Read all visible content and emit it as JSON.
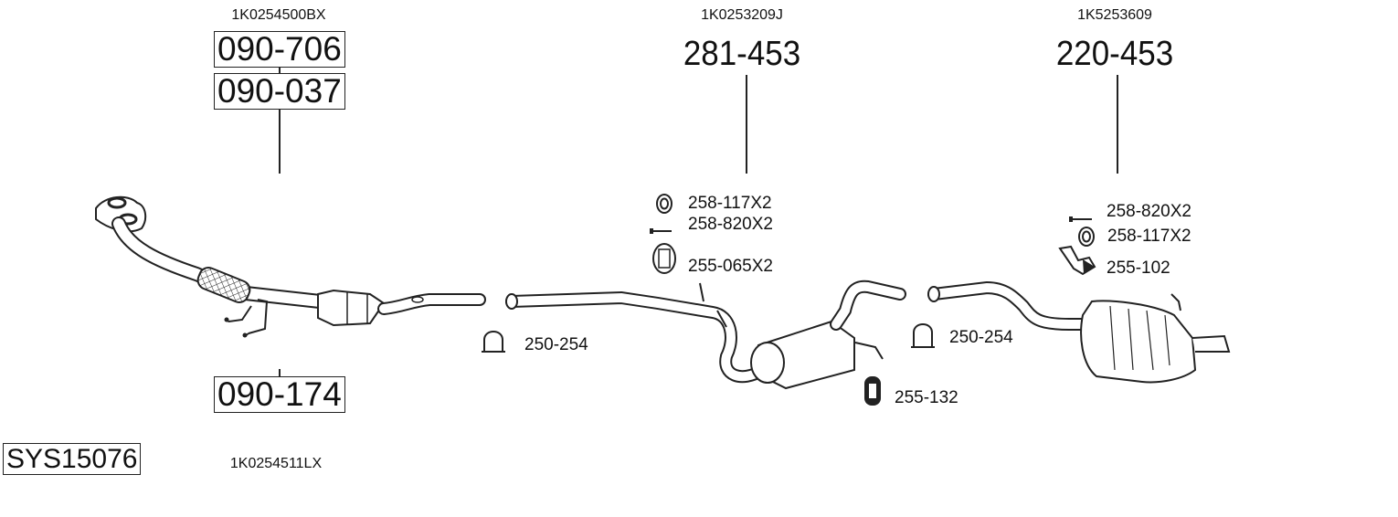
{
  "system_code": "SYS15076",
  "front_pipe": {
    "oe_number_top": "1K0254500BX",
    "part_numbers_top": [
      "090-706",
      "090-037"
    ],
    "part_number_bottom": "090-174",
    "oe_number_bottom": "1K0254511LX"
  },
  "middle_silencer": {
    "oe_number": "1K0253209J",
    "part_number": "281-453",
    "accessories": [
      "258-117X2",
      "258-820X2",
      "255-065X2"
    ],
    "clamp": "250-254",
    "hanger": "255-132"
  },
  "rear_silencer": {
    "oe_number": "1K5253609",
    "part_number": "220-453",
    "accessories": [
      "258-820X2",
      "258-117X2",
      "255-102"
    ],
    "clamp": "250-254"
  }
}
